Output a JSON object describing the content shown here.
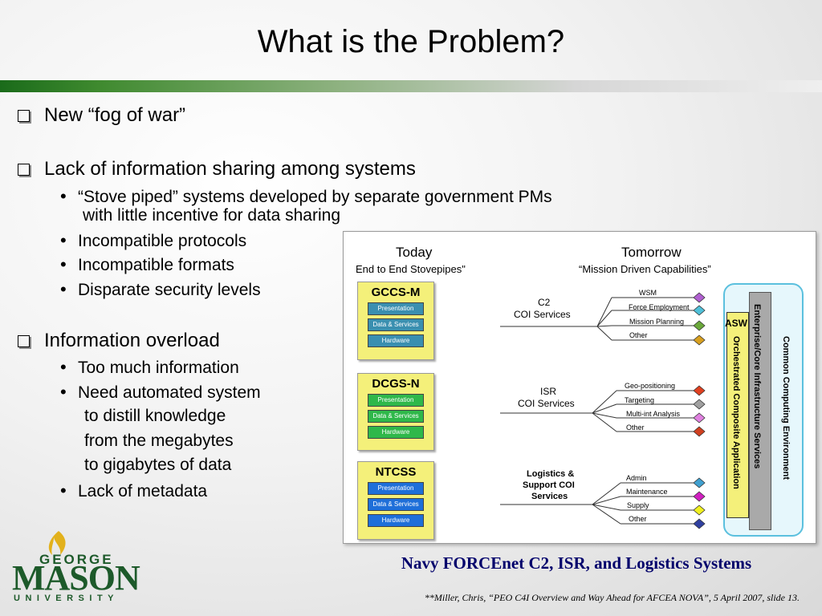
{
  "title": "What is the Problem?",
  "bullets": {
    "b1": "New “fog of war”",
    "b2": "Lack of information sharing among systems",
    "b2_sub1_line1": "“Stove piped” systems developed by separate government PMs",
    "b2_sub1_line2": "with little incentive for data sharing",
    "b2_sub2": "Incompatible protocols",
    "b2_sub3": "Incompatible formats",
    "b2_sub4": "Disparate security levels",
    "b3": "Information overload",
    "b3_sub1": "Too much information",
    "b3_sub2_line1": "Need automated system",
    "b3_sub2_line2": "to distill knowledge",
    "b3_sub2_line3": "from the megabytes",
    "b3_sub2_line4": "to gigabytes of data",
    "b3_sub3": "Lack of metadata"
  },
  "diagram": {
    "today": "Today",
    "today_sub": "End to End Stovepipes\"",
    "tomorrow": "Tomorrow",
    "tomorrow_sub": "“Mission Driven Capabilities”",
    "systems": [
      {
        "name": "GCCS-M",
        "layers": [
          "Presentation",
          "Data & Services",
          "Hardware"
        ],
        "color": "#3a8fb0"
      },
      {
        "name": "DCGS-N",
        "layers": [
          "Presentation",
          "Data & Services",
          "Hardware"
        ],
        "color": "#2fb84a"
      },
      {
        "name": "NTCSS",
        "layers": [
          "Presentation",
          "Data & Services",
          "Hardware"
        ],
        "color": "#1e6fd9"
      }
    ],
    "groups": [
      {
        "label_line1": "C2",
        "label_line2": "COI Services",
        "label_line3": "",
        "items": [
          "WSM",
          "Force Employment",
          "Mission Planning",
          "Other"
        ],
        "colors": [
          "#b05fd0",
          "#4fc0d8",
          "#6aa83a",
          "#d8a020"
        ]
      },
      {
        "label_line1": "ISR",
        "label_line2": "COI Services",
        "label_line3": "",
        "items": [
          "Geo-positioning",
          "Targeting",
          "Multi-int Analysis",
          "Other"
        ],
        "colors": [
          "#e04020",
          "#a0a0a0",
          "#e080e0",
          "#d04020"
        ]
      },
      {
        "label_line1": "Logistics &",
        "label_line2": "Support COI",
        "label_line3": "Services",
        "items": [
          "Admin",
          "Maintenance",
          "Supply",
          "Other"
        ],
        "colors": [
          "#40a0d0",
          "#d020c0",
          "#f0f020",
          "#3040a0"
        ]
      }
    ],
    "asw": "ASW",
    "orchestrated": "Orchestrated Composite Application",
    "enterprise": "Enterprise/Core Infrastructure  Services",
    "cce": "Common Computing Environment"
  },
  "caption": "Navy FORCEnet C2, ISR, and Logistics Systems",
  "citation": "**Miller, Chris, “PEO C4I Overview and Way Ahead for AFCEA NOVA”, 5 April 2007, slide 13.",
  "logo": {
    "line1": "GEORGE",
    "line2": "MASON",
    "line3": "UNIVERSITY"
  }
}
